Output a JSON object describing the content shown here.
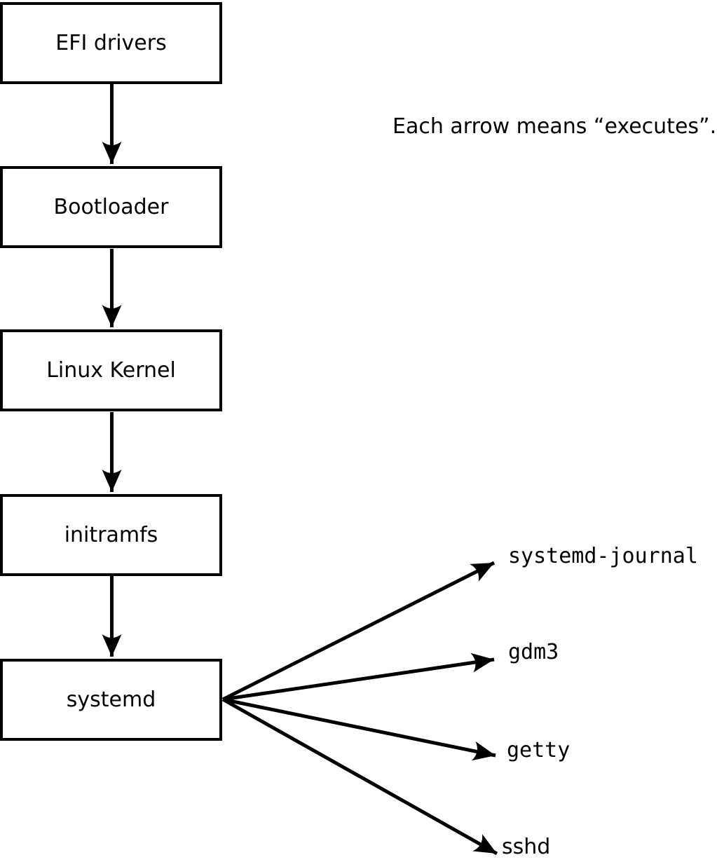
{
  "diagram": {
    "annotation": "Each arrow means “executes”.",
    "boxes": [
      {
        "label": "EFI drivers"
      },
      {
        "label": "Bootloader"
      },
      {
        "label": "Linux Kernel"
      },
      {
        "label": "initramfs"
      },
      {
        "label": "systemd"
      }
    ],
    "targets": [
      {
        "label": "systemd-journal"
      },
      {
        "label": "gdm3"
      },
      {
        "label": "getty"
      },
      {
        "label": "sshd"
      }
    ],
    "edges": [
      "EFI drivers -> Bootloader",
      "Bootloader -> Linux Kernel",
      "Linux Kernel -> initramfs",
      "initramfs -> systemd",
      "systemd -> systemd-journal",
      "systemd -> gdm3",
      "systemd -> getty",
      "systemd -> sshd"
    ],
    "colors": {
      "stroke": "#000000",
      "background": "#ffffff",
      "box_fill": "#ffffff"
    }
  }
}
